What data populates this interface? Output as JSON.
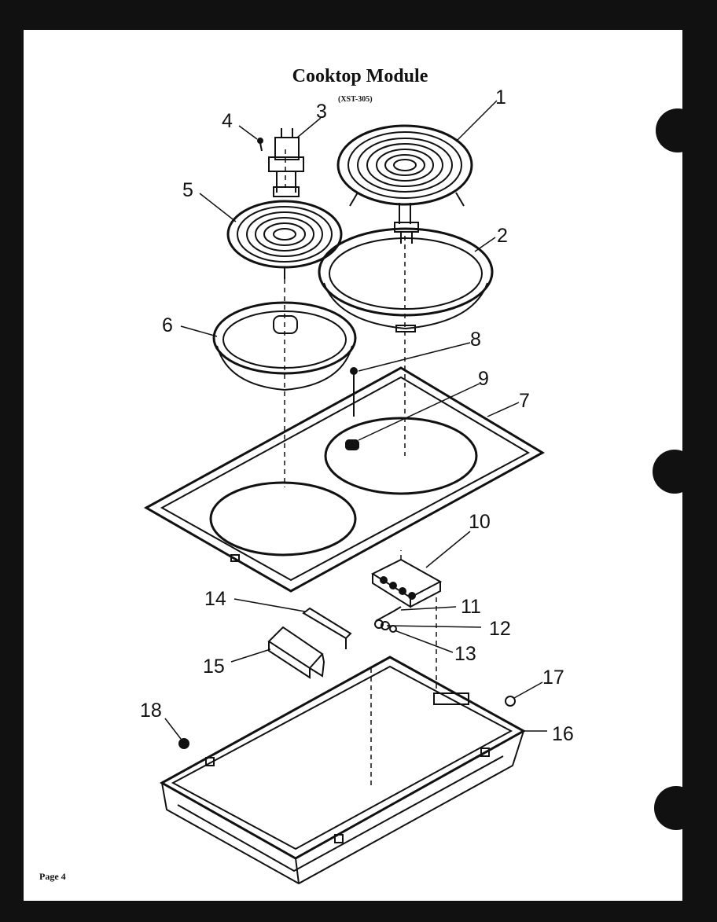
{
  "page": {
    "title": "Cooktop Module",
    "model": "(XST-305)",
    "page_label": "Page 4"
  },
  "callouts": [
    {
      "id": "1",
      "label": "1"
    },
    {
      "id": "2",
      "label": "2"
    },
    {
      "id": "3",
      "label": "3"
    },
    {
      "id": "4",
      "label": "4"
    },
    {
      "id": "5",
      "label": "5"
    },
    {
      "id": "6",
      "label": "6"
    },
    {
      "id": "7",
      "label": "7"
    },
    {
      "id": "8",
      "label": "8"
    },
    {
      "id": "9",
      "label": "9"
    },
    {
      "id": "10",
      "label": "10"
    },
    {
      "id": "11",
      "label": "11"
    },
    {
      "id": "12",
      "label": "12"
    },
    {
      "id": "13",
      "label": "13"
    },
    {
      "id": "14",
      "label": "14"
    },
    {
      "id": "15",
      "label": "15"
    },
    {
      "id": "16",
      "label": "16"
    },
    {
      "id": "17",
      "label": "17"
    },
    {
      "id": "18",
      "label": "18"
    }
  ],
  "colors": {
    "ink": "#111111",
    "paper": "#ffffff"
  }
}
